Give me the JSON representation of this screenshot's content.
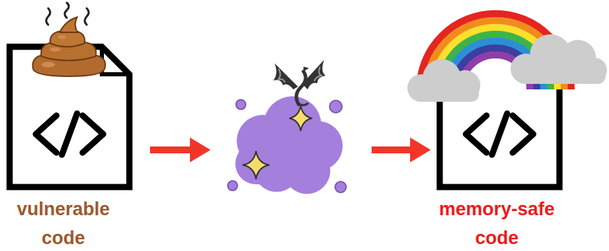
{
  "diagram": {
    "nodes": [
      {
        "text": [
          "vulnerable code"
        ]
      },
      {
        "text": []
      },
      {
        "text": [
          "memory-safe code"
        ]
      }
    ],
    "edges": [
      {
        "from": 0,
        "to": 1,
        "arrow": "to"
      },
      {
        "from": 1,
        "to": 2,
        "arrow": "to"
      }
    ]
  }
}
